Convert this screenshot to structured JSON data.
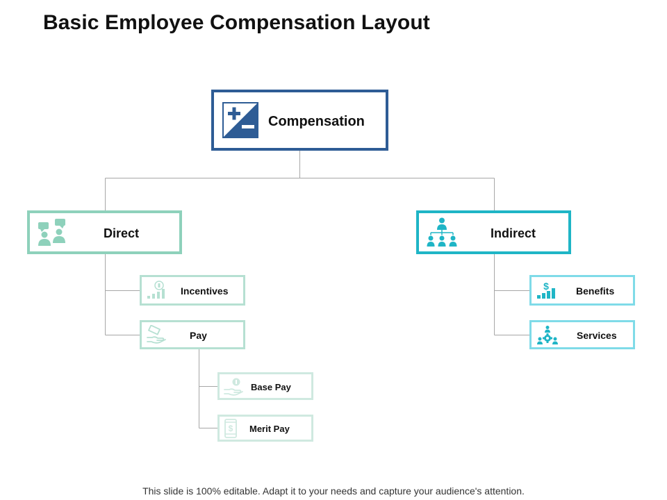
{
  "title": "Basic Employee Compensation Layout",
  "colors": {
    "root_border": "#2e5c95",
    "direct_border": "#8ed1bb",
    "indirect_border": "#1fb5c6",
    "connector": "#a6a6a6"
  },
  "diagram": {
    "root": {
      "label": "Compensation",
      "icon": "plus-minus-icon"
    },
    "direct": {
      "label": "Direct",
      "icon": "people-chat-icon"
    },
    "indirect": {
      "label": "Indirect",
      "icon": "org-chart-icon"
    },
    "incentives": {
      "label": "Incentives",
      "icon": "growth-chart-icon"
    },
    "pay": {
      "label": "Pay",
      "icon": "hand-money-icon"
    },
    "base_pay": {
      "label": "Base Pay",
      "icon": "coin-hand-icon"
    },
    "merit_pay": {
      "label": "Merit Pay",
      "icon": "dollar-phone-icon"
    },
    "benefits": {
      "label": "Benefits",
      "icon": "dollar-bars-icon"
    },
    "services": {
      "label": "Services",
      "icon": "team-gear-icon"
    }
  },
  "footer": "This slide is 100% editable. Adapt it to your needs and capture your audience's attention."
}
